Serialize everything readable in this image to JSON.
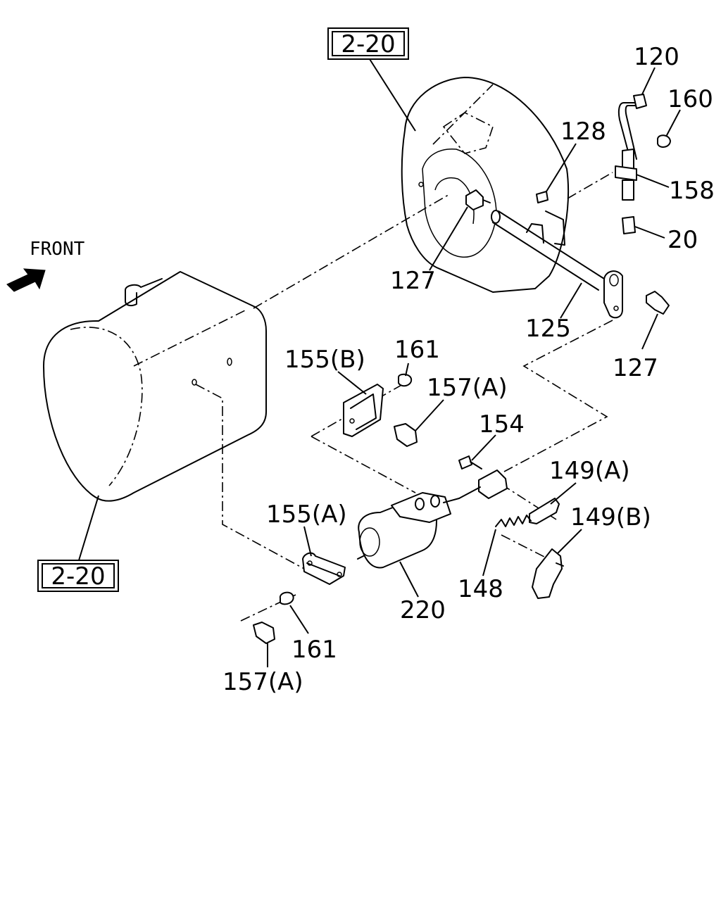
{
  "front_label": "FRONT",
  "references": [
    "2-20",
    "2-20"
  ],
  "callouts": {
    "p120": "120",
    "p160": "160",
    "p128": "128",
    "p158": "158",
    "p20": "20",
    "p127_top": "127",
    "p125": "125",
    "p127_right": "127",
    "p155b": "155(B)",
    "p161_top": "161",
    "p157a_top": "157(A)",
    "p154": "154",
    "p149a": "149(A)",
    "p149b": "149(B)",
    "p155a": "155(A)",
    "p148": "148",
    "p220": "220",
    "p161_bottom": "161",
    "p157a_bottom": "157(A)"
  }
}
